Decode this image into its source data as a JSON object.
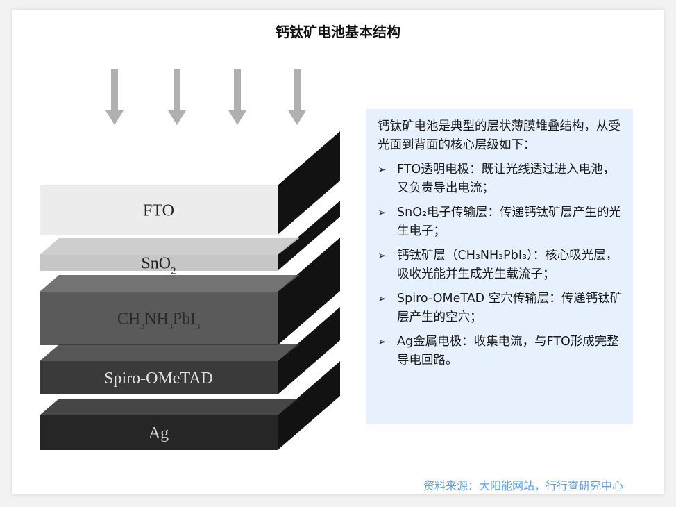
{
  "title": "钙钛矿电池基本结构",
  "diagram": {
    "layers": [
      {
        "name": "FTO",
        "color": "#ececec",
        "text_color": "#222222"
      },
      {
        "name": "SnO2",
        "color": "#c6c6c6",
        "text_color": "#222222"
      },
      {
        "name": "CH3NH3PbI3",
        "color": "#5a5a5a",
        "text_color": "#2a2a2a"
      },
      {
        "name": "Spiro-OMeTAD",
        "color": "#3a3a3a",
        "text_color": "#e0e0e0"
      },
      {
        "name": "Ag",
        "color": "#262626",
        "text_color": "#cfcfcf"
      }
    ],
    "arrow_count": 4
  },
  "description": {
    "intro": "钙钛矿电池是典型的层状薄膜堆叠结构，从受光面到背面的核心层级如下：",
    "bullet_symbol": "➢",
    "items": [
      "FTO透明电极：既让光线透过进入电池，又负责导出电流；",
      "SnO₂电子传输层：传递钙钛矿层产生的光生电子；",
      "钙钛矿层（CH₃NH₃PbI₃）：核心吸光层，吸收光能并生成光生载流子；",
      "Spiro-OMeTAD 空穴传输层：传递钙钛矿层产生的空穴；",
      "Ag金属电极：收集电流，与FTO形成完整导电回路。"
    ]
  },
  "source": "资料来源：大阳能网站，行行查研究中心"
}
